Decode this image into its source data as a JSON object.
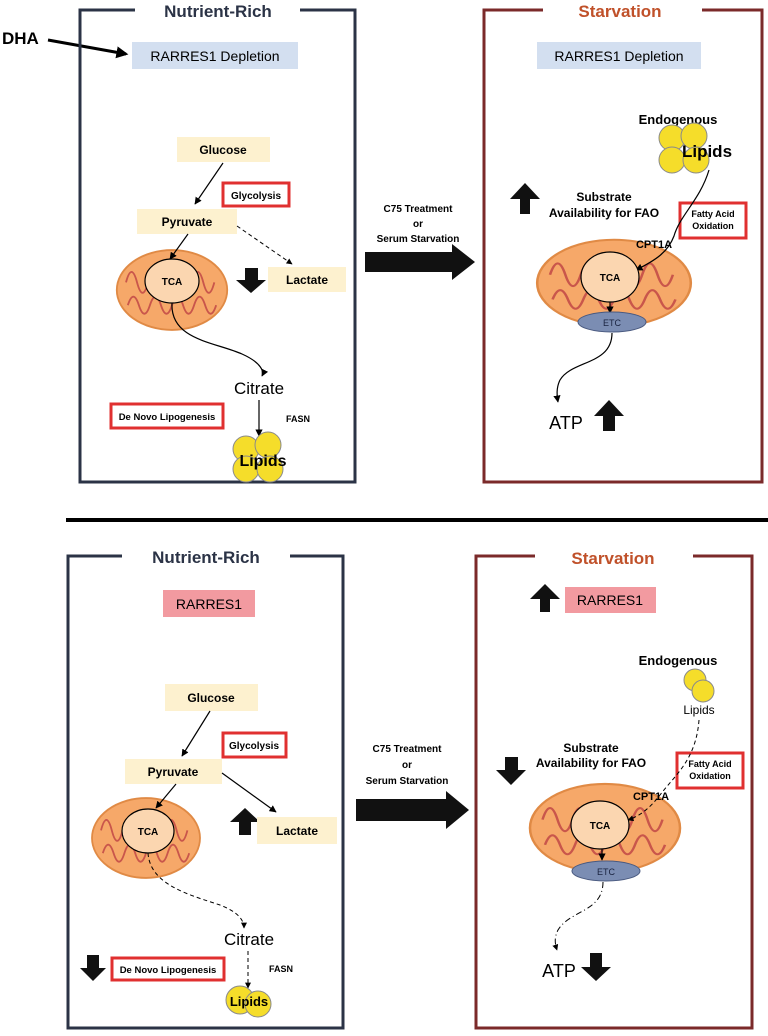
{
  "labels": {
    "dha": "DHA",
    "top_left_title": "Nutrient-Rich",
    "top_right_title": "Starvation",
    "bottom_left_title": "Nutrient-Rich",
    "bottom_right_title": "Starvation",
    "rarres1_depletion": "RARRES1 Depletion",
    "rarres1": "RARRES1",
    "glucose": "Glucose",
    "pyruvate": "Pyruvate",
    "lactate": "Lactate",
    "glycolysis": "Glycolysis",
    "tca": "TCA",
    "etc": "ETC",
    "citrate": "Citrate",
    "fasn": "FASN",
    "dnl": "De Novo Lipogenesis",
    "lipids": "Lipids",
    "endogenous": "Endogenous",
    "cpt1a": "CPT1A",
    "substrate_line1": "Substrate",
    "substrate_line2": "Availability for FAO",
    "fao_line1": "Fatty Acid",
    "fao_line2": "Oxidation",
    "atp": "ATP",
    "treatment_line1": "C75 Treatment",
    "treatment_line2": "or",
    "treatment_line3": "Serum Starvation"
  },
  "colors": {
    "nutrient_frame": "#2b3346",
    "starvation_frame": "#7b2a2a",
    "starvation_title": "#c0512a",
    "depletion_fill": "#d3dff0",
    "rarres1_fill": "#f29aa0",
    "metabolite_fill": "#fdf1cf",
    "highlight_border": "#e03030",
    "mito_fill": "#f6a869",
    "mito_cristae": "#c9564b",
    "tca_fill": "#fbd6b0",
    "etc_fill": "#7b8db3",
    "lipid_fill": "#f5dd2a"
  }
}
